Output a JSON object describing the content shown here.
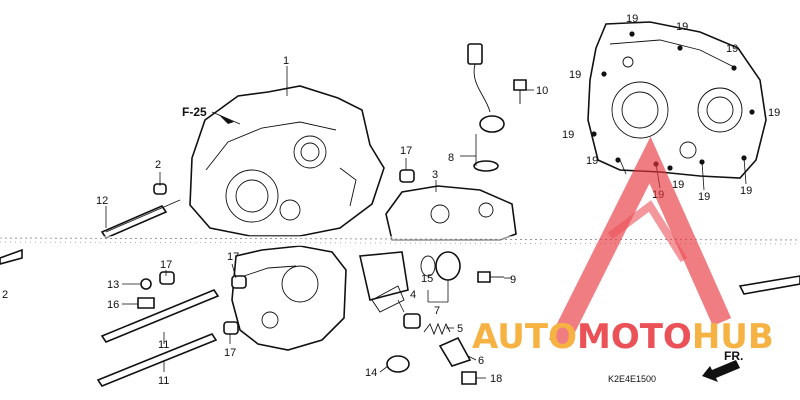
{
  "callouts": {
    "c1": "1",
    "c2a": "2",
    "c2b": "2",
    "c3": "3",
    "c4": "4",
    "c5": "5",
    "c6": "6",
    "c7": "7",
    "c8": "8",
    "c9": "9",
    "c10": "10",
    "c11a": "11",
    "c11b": "11",
    "c12": "12",
    "c13": "13",
    "c14": "14",
    "c15": "15",
    "c16": "16",
    "c17a": "17",
    "c17b": "17",
    "c17c": "17",
    "c17d": "17",
    "c18": "18",
    "c19a": "19",
    "c19b": "19",
    "c19c": "19",
    "c19d": "19",
    "c19e": "19",
    "c19f": "19",
    "c19g": "19",
    "c19h": "19",
    "c19i": "19",
    "c19j": "19",
    "c19k": "19"
  },
  "reference": "F-25",
  "direction": "FR.",
  "figure_code": "K2E4E1500",
  "watermark": {
    "part1": "AUTO",
    "part2": "MOTO",
    "part3": "HUB"
  },
  "colors": {
    "watermark_orange": "#f5a623",
    "watermark_red": "#e8343c",
    "line": "#111111"
  }
}
